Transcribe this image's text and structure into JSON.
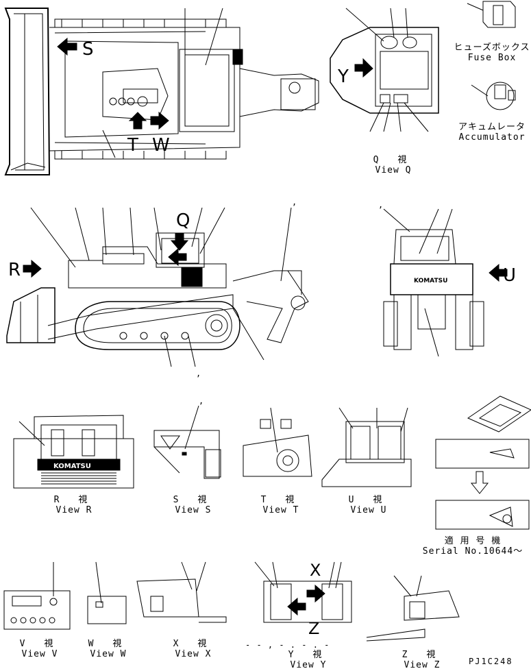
{
  "views": {
    "q": {
      "jp": "Q 視",
      "en": "View Q"
    },
    "r": {
      "jp": "R 視",
      "en": "View R"
    },
    "s": {
      "jp": "S 視",
      "en": "View S"
    },
    "t": {
      "jp": "T 視",
      "en": "View T"
    },
    "u": {
      "jp": "U 視",
      "en": "View U"
    },
    "v": {
      "jp": "V 視",
      "en": "View V"
    },
    "w": {
      "jp": "W 視",
      "en": "View W"
    },
    "x": {
      "jp": "X 視",
      "en": "View X"
    },
    "y": {
      "jp": "Y 視",
      "en": "View Y"
    },
    "z": {
      "jp": "Z 視",
      "en": "View Z"
    }
  },
  "callouts": {
    "fuse_box_jp": "ヒューズボックス",
    "fuse_box_en": "Fuse Box",
    "accumulator_jp": "アキュムレータ",
    "accumulator_en": "Accumulator",
    "serial_jp": "適 用 号 機",
    "serial_en": "Serial No.10644〜"
  },
  "view_letters": {
    "s": "S",
    "t": "T",
    "w": "W",
    "q": "Q",
    "r": "R",
    "u": "U",
    "x": "X",
    "y": "Y",
    "z": "Z"
  },
  "brand_text": "KOMATSU",
  "drawing_code": "PJ1C248",
  "stray_marks": [
    ",",
    ",",
    ",",
    ","
  ],
  "dash_marks": "- - , -  . -  . -",
  "colors": {
    "ink": "#000000",
    "paper": "#ffffff"
  }
}
